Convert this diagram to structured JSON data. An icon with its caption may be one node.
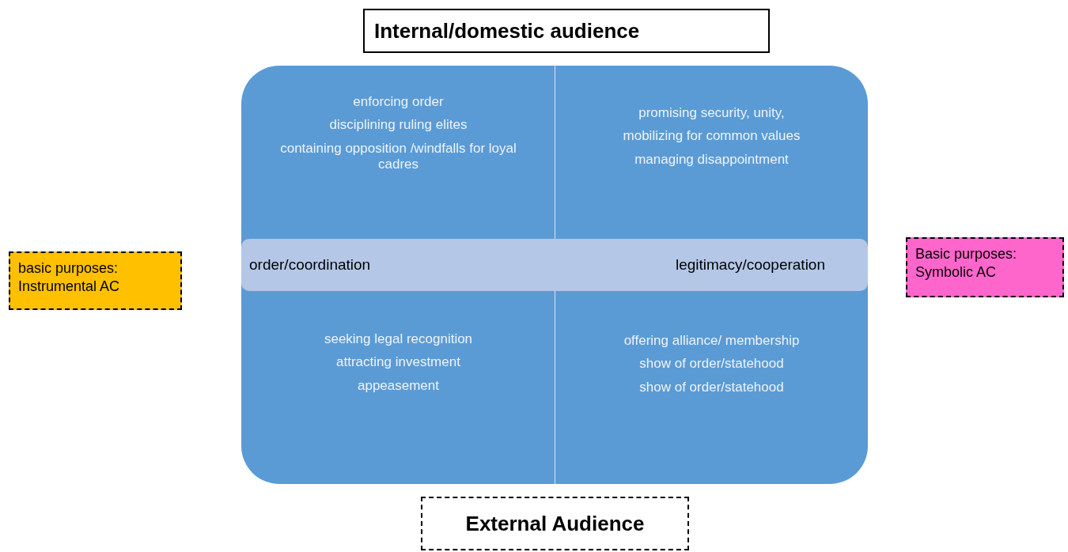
{
  "diagram": {
    "nodes": [
      {
        "text": [
          "Internal/domestic audience"
        ]
      },
      {
        "text": [],
        "shape": "box"
      },
      {
        "text": [
          "enforcing order",
          "disciplining ruling elites",
          "containing opposition /windfalls for loyal cadres"
        ],
        "in": 1
      },
      {
        "text": [
          "promising security, unity,",
          "mobilizing for common values",
          "managing disappointment"
        ],
        "in": 1
      },
      {
        "text": [
          "order/coordination",
          "legitimacy/cooperation"
        ],
        "in": 1
      },
      {
        "text": [
          "seeking legal recognition",
          "attracting investment",
          "appeasement"
        ],
        "in": 1
      },
      {
        "text": [
          "offering alliance/ membership",
          "show of order/statehood",
          "show of order/statehood"
        ],
        "in": 1
      },
      {
        "text": [
          "basic purposes: Instrumental AC"
        ]
      },
      {
        "text": [
          "Basic purposes: Symbolic AC"
        ]
      },
      {
        "text": [
          "External Audience"
        ]
      }
    ]
  }
}
